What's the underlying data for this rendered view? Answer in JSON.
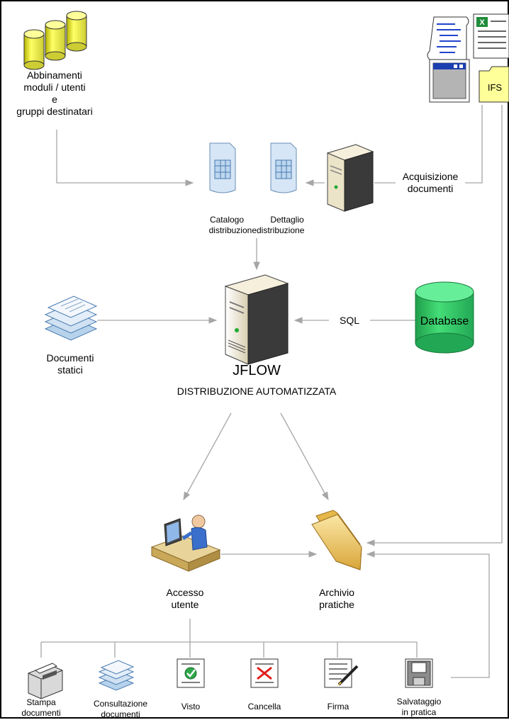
{
  "nodes": {
    "abbinamenti": {
      "lines": [
        "Abbinamenti",
        "moduli / utenti",
        "e",
        "gruppi destinatari"
      ]
    },
    "acquisizione": {
      "lines": [
        "Acquisizione",
        "documenti"
      ]
    },
    "catalogo": {
      "lines": [
        "Catalogo",
        "distribuzione"
      ]
    },
    "dettaglio": {
      "lines": [
        "Dettaglio",
        "distribuzione"
      ]
    },
    "documenti_statici": {
      "lines": [
        "Documenti",
        "statici"
      ]
    },
    "jflow": {
      "title": "JFLOW",
      "subtitle": "DISTRIBUZIONE AUTOMATIZZATA"
    },
    "database": {
      "label": "Database"
    },
    "sql": {
      "label": "SQL"
    },
    "ifs": {
      "label": "IFS"
    },
    "accesso": {
      "lines": [
        "Accesso",
        "utente"
      ]
    },
    "archivio": {
      "lines": [
        "Archivio",
        "pratiche"
      ]
    }
  },
  "actions": [
    {
      "lines": [
        "Stampa",
        "documenti"
      ],
      "icon": "printer-icon"
    },
    {
      "lines": [
        "Consultazione",
        "documenti"
      ],
      "icon": "documents-stack-icon"
    },
    {
      "lines": [
        "Visto"
      ],
      "icon": "check-document-icon"
    },
    {
      "lines": [
        "Cancella"
      ],
      "icon": "delete-document-icon"
    },
    {
      "lines": [
        "Firma"
      ],
      "icon": "sign-document-icon"
    },
    {
      "lines": [
        "Salvataggio",
        "in pratica"
      ],
      "icon": "floppy-disk-icon"
    }
  ],
  "colors": {
    "line": "#a6a6a6",
    "cylinder_yellow": "#ffff66",
    "cylinder_green": "#33cc66",
    "table_blue": "#bcd6ee",
    "server_body": "#efe7cf",
    "folder": "#f4d27a",
    "ifs_folder": "#ffff99"
  }
}
